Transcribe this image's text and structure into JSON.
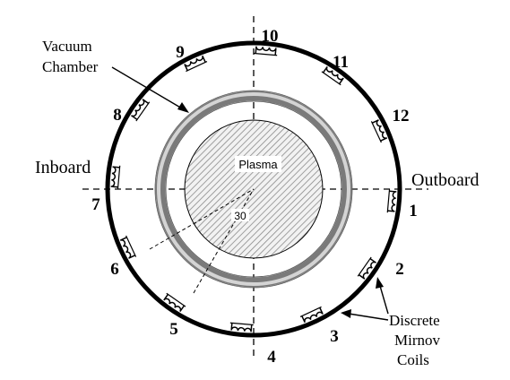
{
  "labels": {
    "vacuum_line1": "Vacuum",
    "vacuum_line2": "Chamber",
    "plasma": "Plasma",
    "inboard": "Inboard",
    "outboard": "Outboard",
    "angle": "30",
    "discrete_line1": "Discrete",
    "discrete_line2": "Mirnov",
    "discrete_line3": "Coils"
  },
  "coil_numbers": [
    "1",
    "2",
    "3",
    "4",
    "5",
    "6",
    "7",
    "8",
    "9",
    "10",
    "11",
    "12"
  ],
  "icons": {
    "coil": "mirnov-coil-icon",
    "arrow": "arrow-icon"
  },
  "colors": {
    "ink": "#000000",
    "chamber_outer": "#7d7d7d",
    "chamber_inner": "#d4d4d4",
    "hatch": "#8a8a8a"
  }
}
